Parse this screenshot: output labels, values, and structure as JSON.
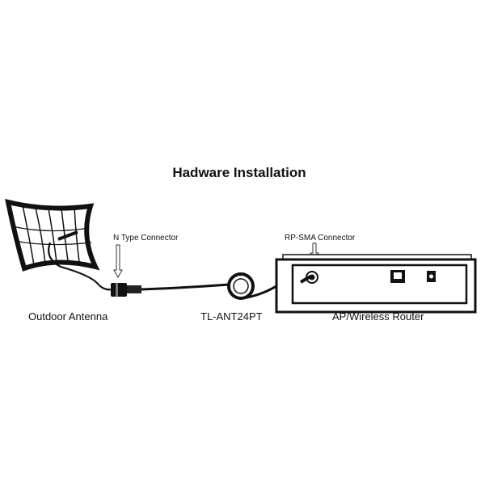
{
  "title": "Hadware Installation",
  "labels": {
    "n_type_connector": "N Type Connector",
    "rp_sma_connector": "RP-SMA Connector",
    "outdoor_antenna": "Outdoor Antenna",
    "cable": "TL-ANT24PT",
    "router": "AP/Wireless Router"
  }
}
